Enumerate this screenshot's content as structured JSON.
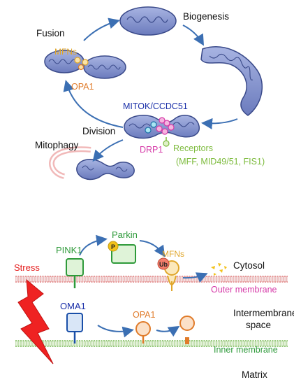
{
  "top": {
    "fusion": "Fusion",
    "biogenesis": "Biogenesis",
    "mfns": "MFNs",
    "opa1": "OPA1",
    "mitok": "MITOK/CCDC51",
    "division": "Division",
    "mitophagy": "Mitophagy",
    "drp1": "DRP1",
    "receptors": "Receptors",
    "receptors_detail": "(MFF, MID49/51, FIS1)"
  },
  "bottom": {
    "parkin": "Parkin",
    "pink1": "PINK1",
    "p_badge": "P",
    "mfns": "MFNs",
    "ub_badge": "Ub",
    "cytosol": "Cytosol",
    "stress": "Stress",
    "outer_membrane": "Outer membrane",
    "oma1": "OMA1",
    "opa1": "OPA1",
    "intermembrane_line1": "Intermembrane",
    "intermembrane_line2": "space",
    "inner_membrane": "Inner membrane",
    "matrix": "Matrix"
  },
  "colors": {
    "mito_fill": "#7f8fc8",
    "mito_stroke": "#3a4a8a",
    "arrow": "#3b6fb3",
    "orange": "#e07b2a",
    "pink": "#d63aa8",
    "green": "#3a9a3a",
    "light_green": "#7dbb3d",
    "blue": "#1a2fa8",
    "red": "#e51c1c",
    "yellow": "#f2c21b"
  }
}
